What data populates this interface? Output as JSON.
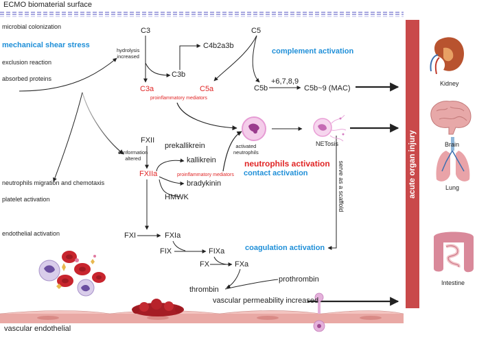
{
  "header": {
    "title": "ECMO biomaterial surface"
  },
  "triggers": [
    "microbial colonization",
    "mechanical shear stress",
    "exclusion reaction",
    "absorbed proteins"
  ],
  "complement": {
    "c3": "C3",
    "c5": "C5",
    "hydrolysis": "hydrolysis\nincreased",
    "c4b2a3b": "C4b2a3b",
    "c3b": "C3b",
    "c3a": "C3a",
    "c5a": "C5a",
    "c5b": "C5b",
    "plus": "+6,7,8,9",
    "mac": "C5b~9 (MAC)",
    "proinflammatory": "proinflammatory mediators",
    "label": "complement activation"
  },
  "neutrophils": {
    "activated": "activated\nneutrophils",
    "netosis": "NETosis",
    "label": "neutrophils activation",
    "scaffold": "serve as a scaffold"
  },
  "contact": {
    "fxii": "FXII",
    "conformation": "conformation\naltered",
    "fxiia": "FXIIa",
    "prekallikrein": "prekallikrein",
    "kallikrein": "kallikrein",
    "bradykinin": "bradykinin",
    "hmwk": "HMWK",
    "proinflammatory": "proinflammatory mediators",
    "label": "contact activation"
  },
  "coagulation": {
    "fxi": "FXI",
    "fxia": "FXIa",
    "fix": "FIX",
    "fixa": "FIXa",
    "fx": "FX",
    "fxa": "FXa",
    "prothrombin": "prothrombin",
    "thrombin": "thrombin",
    "label": "coagulation activation"
  },
  "effects": [
    "neutrophils migration and chemotaxis",
    "platelet activation",
    "endothelial activation"
  ],
  "vascular": {
    "permeability": "vascular permeability increased",
    "endothelial": "vascular endothelial"
  },
  "outcome": {
    "label": "acute organ injury"
  },
  "organs": [
    "Kidney",
    "Brain",
    "Lung",
    "Intestine"
  ],
  "colors": {
    "red": "#e02525",
    "blue": "#1f8fd8",
    "bar": "#c9494a",
    "endothelium": "#e9a9a5"
  }
}
